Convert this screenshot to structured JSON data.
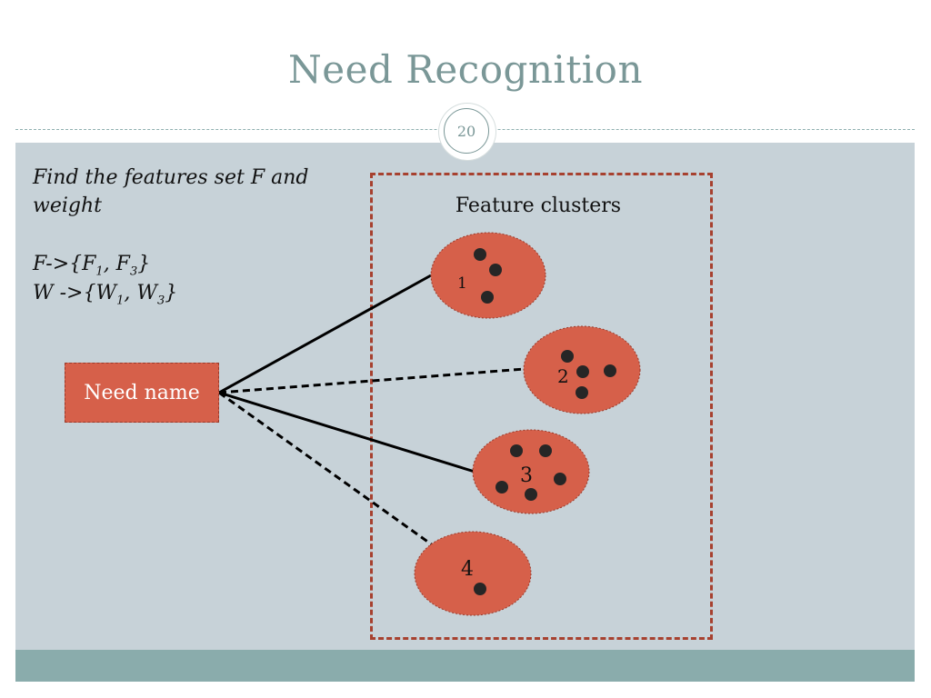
{
  "title": "Need Recognition",
  "page_number": "20",
  "description": "Find the features set F and weight",
  "formula_f": {
    "lhs": "F->{F",
    "s1": "1",
    "mid": ", F",
    "s2": "3",
    "end": "}"
  },
  "formula_w": {
    "lhs": "W ->{W",
    "s1": "1",
    "mid": ", W",
    "s2": "3",
    "end": "}"
  },
  "clusters_title": "Feature clusters",
  "need_label": "Need name",
  "colors": {
    "cluster_fill": "#d6604a",
    "dot": "#262626",
    "box_border": "#a7412f"
  },
  "clusters": [
    {
      "label": "1",
      "link": "solid"
    },
    {
      "label": "2",
      "link": "dashed"
    },
    {
      "label": "3",
      "link": "solid"
    },
    {
      "label": "4",
      "link": "dashed"
    }
  ]
}
